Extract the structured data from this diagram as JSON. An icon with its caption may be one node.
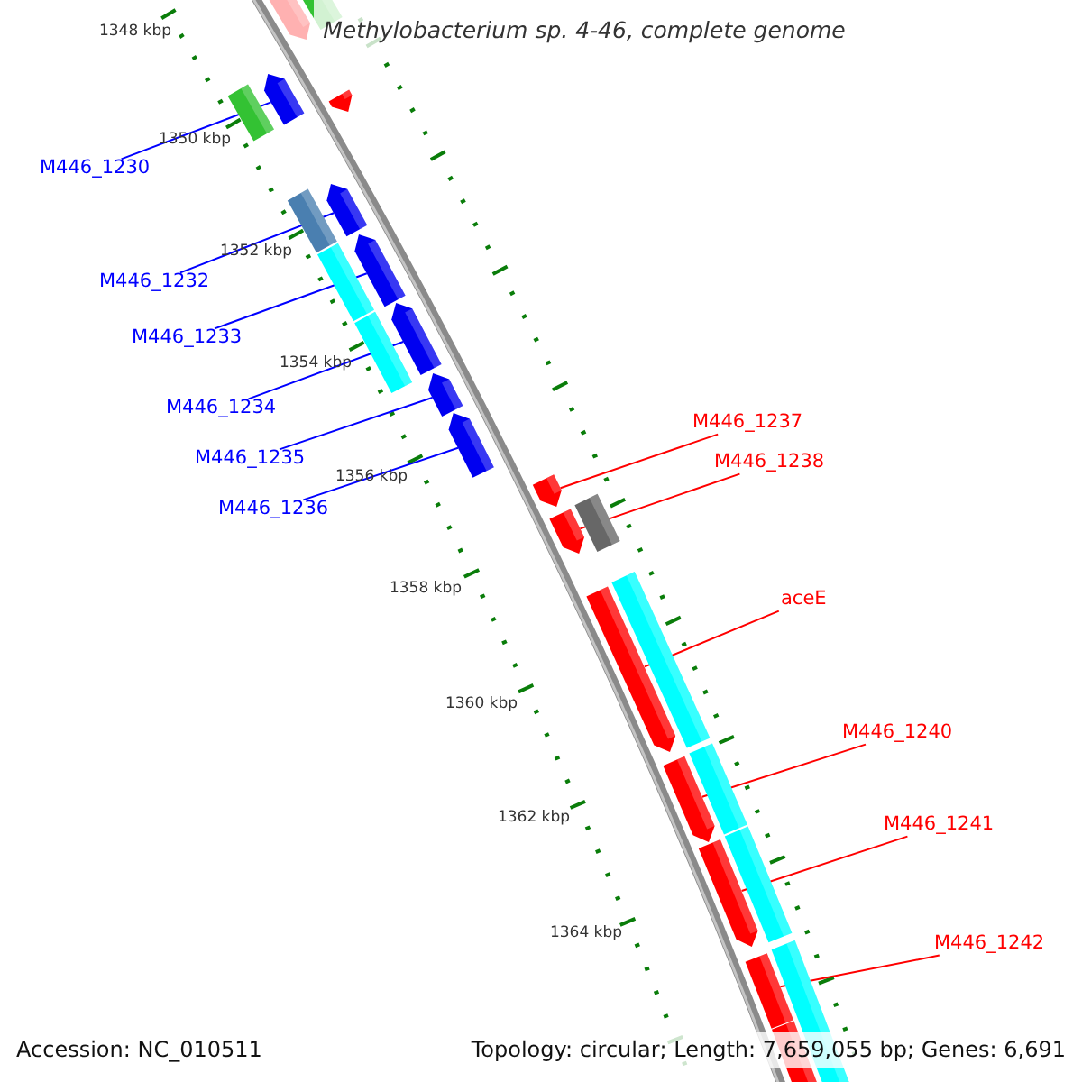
{
  "diagram": {
    "title": "Methylobacterium sp. 4-46, complete genome",
    "nodes": [
      {
        "text": [
          "M446_1230"
        ]
      },
      {
        "text": [
          "M446_1232"
        ]
      },
      {
        "text": [
          "M446_1233"
        ]
      },
      {
        "text": [
          "M446_1234"
        ]
      },
      {
        "text": [
          "M446_1235"
        ]
      },
      {
        "text": [
          "M446_1236"
        ]
      },
      {
        "text": [
          "M446_1237"
        ]
      },
      {
        "text": [
          "M446_1238"
        ]
      },
      {
        "text": [
          "aceE"
        ]
      },
      {
        "text": [
          "M446_1240"
        ]
      },
      {
        "text": [
          "M446_1241"
        ]
      },
      {
        "text": [
          "M446_1242"
        ]
      },
      {
        "text": [],
        "shape": "pentagon"
      },
      {
        "text": [],
        "shape": "pentagon"
      },
      {
        "text": [],
        "shape": "pentagon"
      },
      {
        "text": [],
        "shape": "pentagon"
      },
      {
        "text": [],
        "shape": "pentagon"
      },
      {
        "text": [],
        "shape": "pentagon"
      },
      {
        "text": [],
        "shape": "pentagon"
      },
      {
        "text": [],
        "shape": "pentagon"
      },
      {
        "text": [],
        "shape": "pentagon"
      },
      {
        "text": [],
        "shape": "pentagon"
      },
      {
        "text": [],
        "shape": "pentagon"
      },
      {
        "text": [],
        "shape": "pentagon"
      },
      {
        "text": [],
        "shape": "pentagon"
      }
    ],
    "edges": [
      {
        "from": 0,
        "to": 12,
        "arrow": "none",
        "color": "#0000ff"
      },
      {
        "from": 1,
        "to": 13,
        "arrow": "none",
        "color": "#0000ff"
      },
      {
        "from": 2,
        "to": 14,
        "arrow": "none",
        "color": "#0000ff"
      },
      {
        "from": 3,
        "to": 15,
        "arrow": "none",
        "color": "#0000ff"
      },
      {
        "from": 4,
        "to": 16,
        "arrow": "none",
        "color": "#0000ff"
      },
      {
        "from": 5,
        "to": 17,
        "arrow": "none",
        "color": "#0000ff"
      },
      {
        "from": 6,
        "to": 18,
        "arrow": "none",
        "color": "#ff0000"
      },
      {
        "from": 7,
        "to": 19,
        "arrow": "none",
        "color": "#ff0000"
      },
      {
        "from": 8,
        "to": 20,
        "arrow": "none",
        "color": "#ff0000"
      },
      {
        "from": 9,
        "to": 21,
        "arrow": "none",
        "color": "#ff0000"
      },
      {
        "from": 10,
        "to": 22,
        "arrow": "none",
        "color": "#ff0000"
      },
      {
        "from": 11,
        "to": 23,
        "arrow": "none",
        "color": "#ff0000"
      }
    ],
    "labels": [
      "1348 kbp",
      "1350 kbp",
      "1352 kbp",
      "1354 kbp",
      "1356 kbp",
      "1358 kbp",
      "1360 kbp",
      "1362 kbp",
      "1364 kbp",
      "Accession: NC_010511",
      "Topology: circular; Length: 7,659,055 bp; Genes: 6,691"
    ]
  }
}
